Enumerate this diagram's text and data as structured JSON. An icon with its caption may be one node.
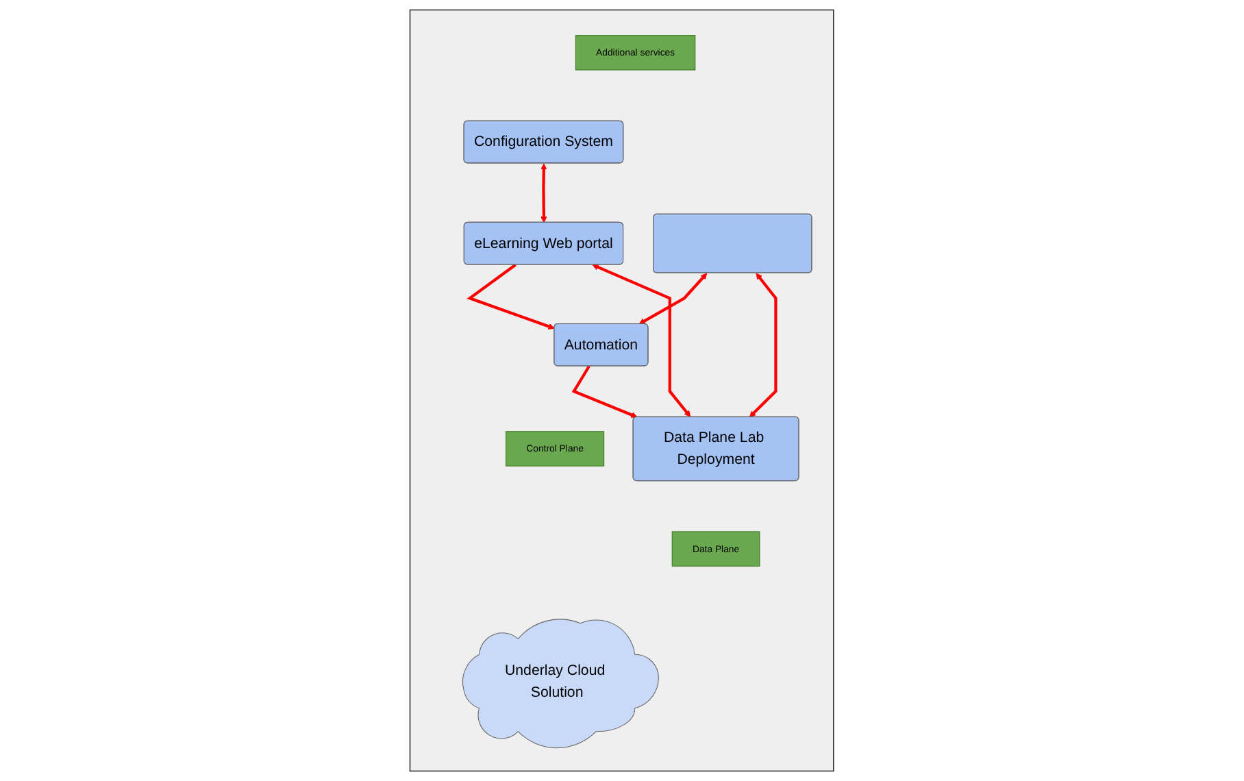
{
  "diagram": {
    "nodes": [
      {
        "text": [],
        "shape": "box"
      },
      {
        "text": [
          "Additional services"
        ],
        "in": 0
      },
      {
        "text": [
          "Configuration System"
        ],
        "in": 0
      },
      {
        "text": [],
        "shape": "box",
        "in": 0
      },
      {
        "text": [
          "eLearning Web portal"
        ],
        "in": 0
      },
      {
        "text": [
          "Automation"
        ],
        "in": 0
      },
      {
        "text": [
          "Data Plane Lab Deployment"
        ],
        "in": 0
      },
      {
        "text": [
          "Control Plane"
        ],
        "in": 0
      },
      {
        "text": [
          "Data Plane"
        ],
        "in": 0
      },
      {
        "text": [
          "Underlay Cloud Solution"
        ],
        "in": 0
      }
    ],
    "edges": [
      {
        "from": 6,
        "to": 4,
        "arrow": "both"
      },
      {
        "from": 2,
        "to": 4,
        "arrow": "both"
      },
      {
        "from": 3,
        "to": 5,
        "arrow": "both"
      },
      {
        "from": 3,
        "to": 6,
        "arrow": "both"
      },
      {
        "from": 4,
        "to": 5,
        "arrow": "to"
      },
      {
        "from": 5,
        "to": 6,
        "arrow": "to"
      }
    ]
  }
}
